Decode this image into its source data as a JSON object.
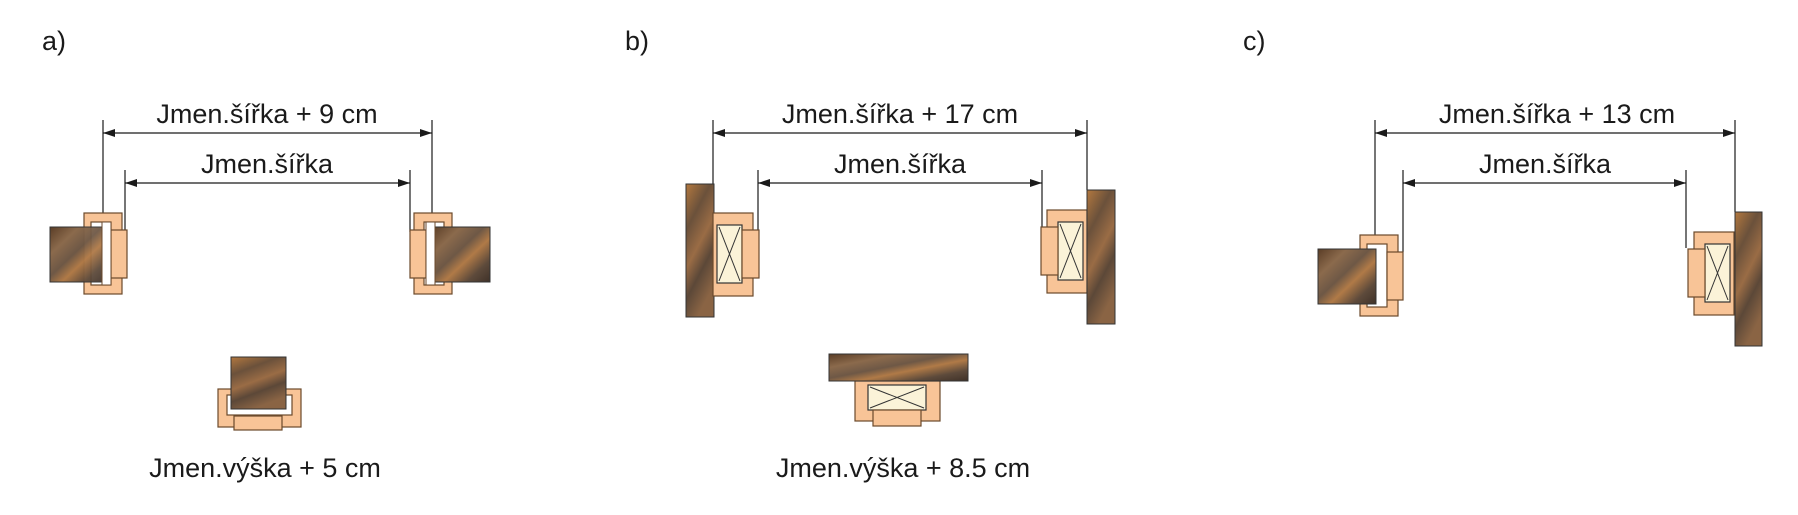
{
  "panels": [
    {
      "letter": "a)",
      "outer_label": "Jmen.šířka + 9 cm",
      "inner_label": "Jmen.šířka",
      "bottom_label": "Jmen.výška + 5 cm"
    },
    {
      "letter": "b)",
      "outer_label": "Jmen.šířka + 17 cm",
      "inner_label": "Jmen.šířka",
      "bottom_label": "Jmen.výška + 8.5 cm"
    },
    {
      "letter": "c)",
      "outer_label": "Jmen.šířka + 13 cm",
      "inner_label": "Jmen.šířka",
      "bottom_label": ""
    }
  ],
  "colors": {
    "frame_fill": "#f8c497",
    "frame_stroke": "#6b4a2c",
    "wall_dark": "#5e4a3a",
    "wall_light": "#c88a4e",
    "core_fill": "#fbf3d8",
    "line": "#1a1a1a"
  }
}
